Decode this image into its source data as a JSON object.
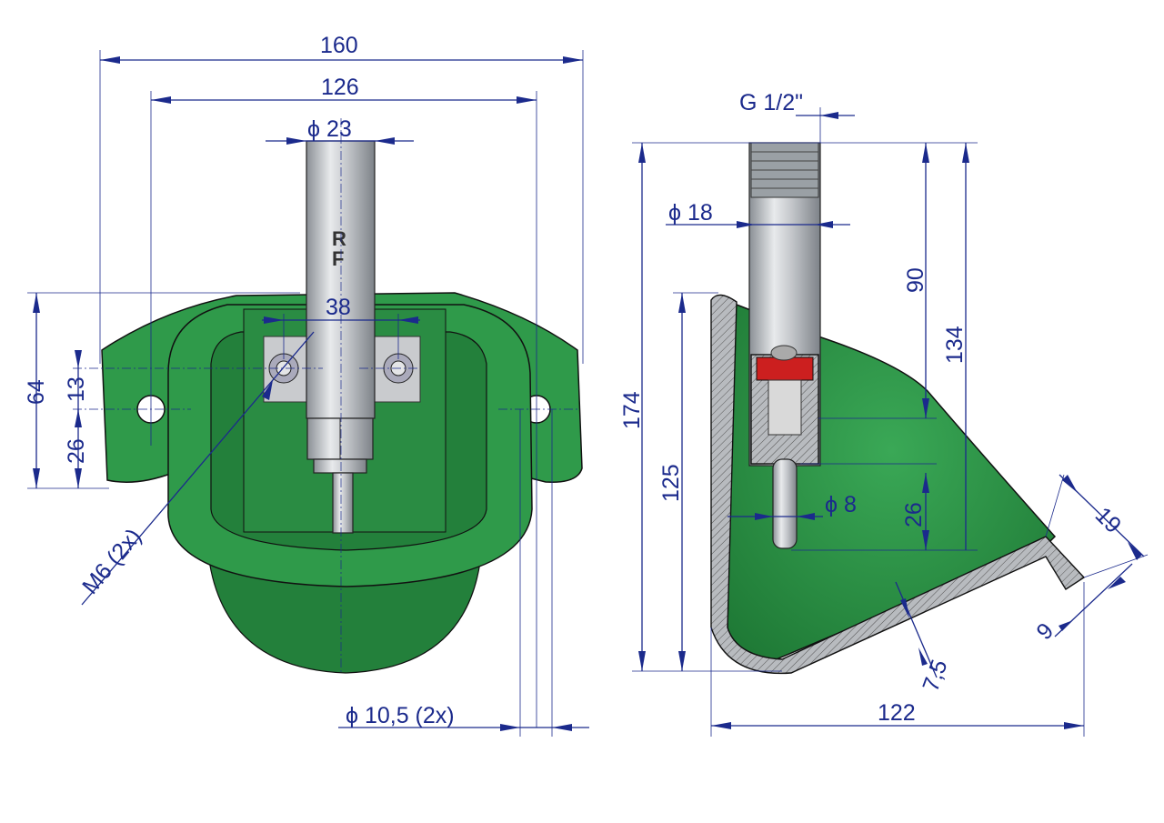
{
  "drawing": {
    "front_view": {
      "dimensions": {
        "overall_width": "160",
        "mount_hole_spacing": "126",
        "pipe_diameter": "ϕ 23",
        "bolt_spacing": "38",
        "height": "64",
        "bolt_offset": "13",
        "hole_height": "26",
        "bolt_thread": "M6 (2x)",
        "hole_diameter": "ϕ 10,5  (2x)"
      },
      "pipe_marking": [
        "R",
        "F"
      ]
    },
    "side_view": {
      "dimensions": {
        "thread": "G 1/2\"",
        "inner_diameter": "ϕ 18",
        "pipe_length": "90",
        "valve_height": "134",
        "total_height": "174",
        "bowl_height": "125",
        "pin_diameter": "ϕ 8",
        "pin_length": "26",
        "lip_width": "19",
        "lip_thickness": "9",
        "wall_thickness": "7,5",
        "depth": "122"
      }
    },
    "colors": {
      "body": "#2f9a4a",
      "dimension": "#1b2a8c",
      "valve": "#cc1f1f"
    }
  }
}
